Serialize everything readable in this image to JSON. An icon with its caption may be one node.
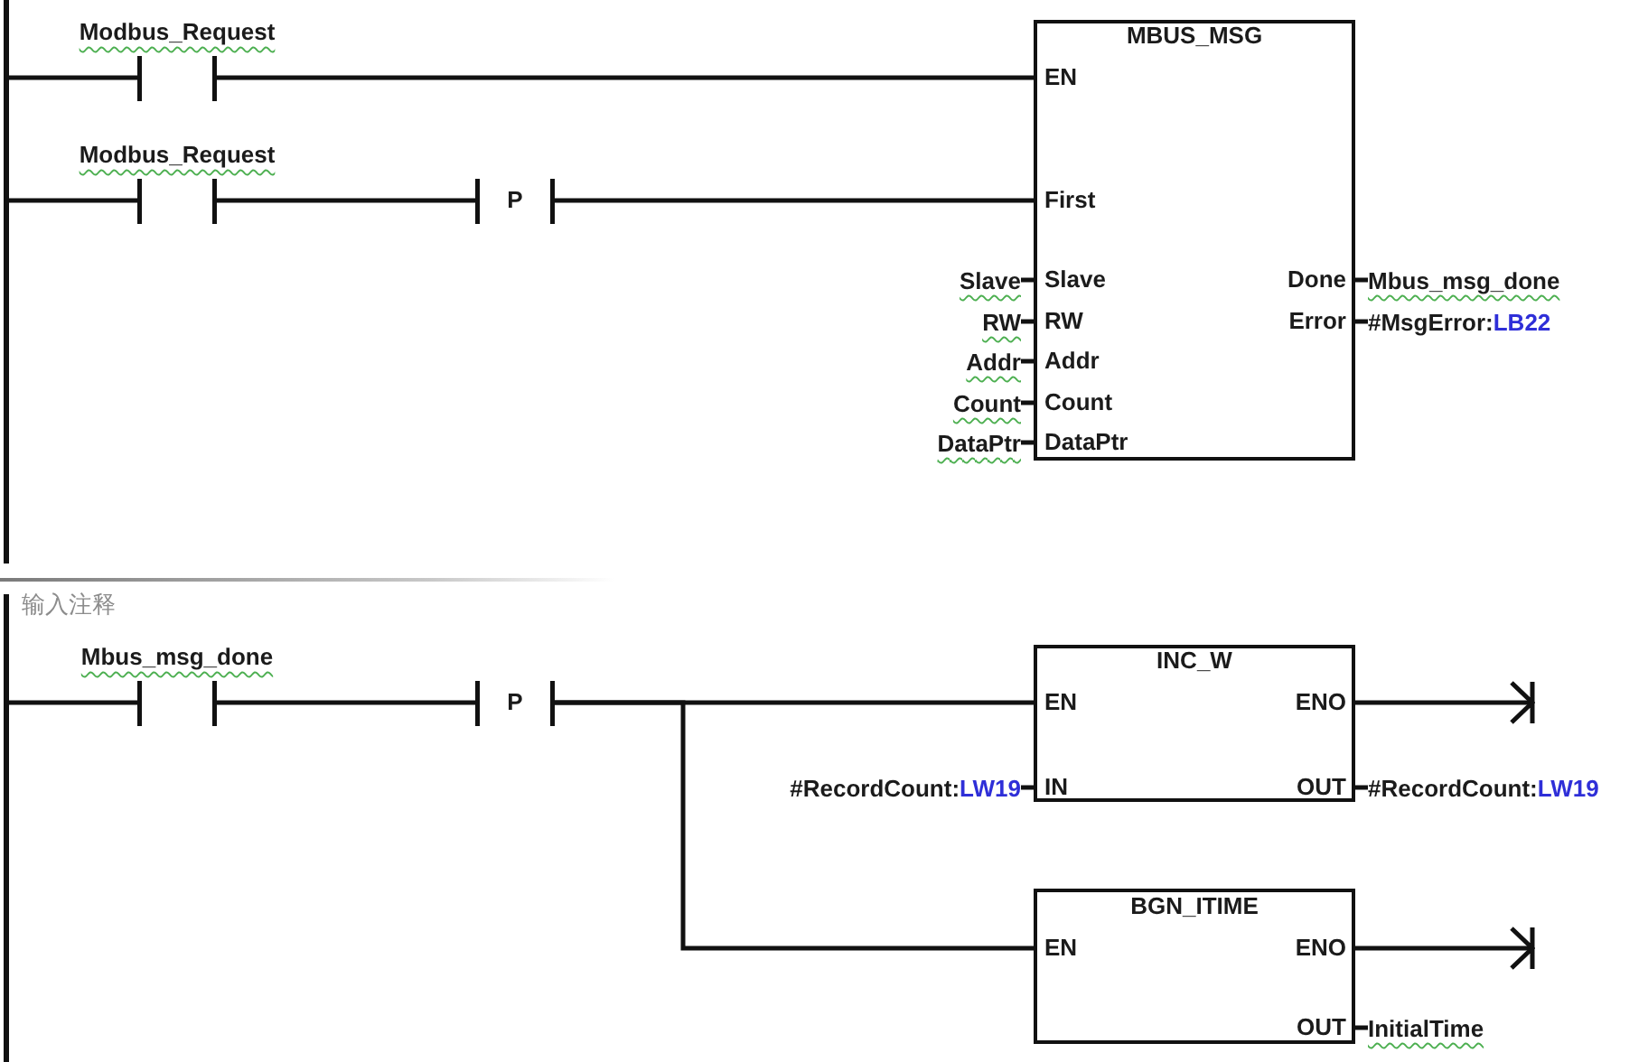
{
  "diagram": {
    "nodes": [
      {
        "text": [],
        "shape": "bar"
      },
      {
        "text": [
          "Modbus_Request"
        ]
      },
      {
        "text": [
          "MBUS_MSG",
          "EN",
          "First",
          "Slave",
          "Done",
          "RW",
          "Error",
          "Addr",
          "Count",
          "DataPtr"
        ]
      },
      {
        "text": [
          "Modbus_Request"
        ]
      },
      {
        "text": [
          "P"
        ]
      },
      {
        "text": [
          "Slave"
        ]
      },
      {
        "text": [
          "Mbus_msg_done"
        ]
      },
      {
        "text": [
          "RW"
        ]
      },
      {
        "text": [
          "#MsgError:LB22"
        ]
      },
      {
        "text": [
          "Addr"
        ]
      },
      {
        "text": [
          "Count"
        ]
      },
      {
        "text": [
          "DataPtr"
        ]
      },
      {
        "text": [],
        "shape": "bar"
      },
      {
        "text": [
          "Mbus_msg_done"
        ]
      },
      {
        "text": [
          "P"
        ]
      },
      {
        "text": [
          "INC_W",
          "EN",
          "ENO",
          "IN",
          "OUT"
        ]
      },
      {
        "text": [
          "#RecordCount:LW19"
        ]
      },
      {
        "text": [
          "#RecordCount:LW19"
        ]
      },
      {
        "text": [
          "BGN_ITIME",
          "EN",
          "ENO",
          "OUT"
        ]
      },
      {
        "text": [
          "InitialTime"
        ]
      }
    ],
    "edges": [
      {
        "from": 0,
        "to": 1,
        "arrow": "none"
      },
      {
        "from": 1,
        "to": 2,
        "arrow": "none"
      },
      {
        "from": 0,
        "to": 3,
        "arrow": "none"
      },
      {
        "from": 3,
        "to": 4,
        "arrow": "none"
      },
      {
        "from": 4,
        "to": 2,
        "arrow": "none"
      },
      {
        "from": 5,
        "to": 2,
        "arrow": "none"
      },
      {
        "from": 7,
        "to": 2,
        "arrow": "none"
      },
      {
        "from": 9,
        "to": 2,
        "arrow": "none"
      },
      {
        "from": 10,
        "to": 2,
        "arrow": "none"
      },
      {
        "from": 11,
        "to": 2,
        "arrow": "none"
      },
      {
        "from": 2,
        "to": 6,
        "arrow": "none"
      },
      {
        "from": 2,
        "to": 8,
        "arrow": "none"
      },
      {
        "from": 12,
        "to": 13,
        "arrow": "none"
      },
      {
        "from": 13,
        "to": 14,
        "arrow": "none"
      },
      {
        "from": 14,
        "to": 15,
        "arrow": "none"
      },
      {
        "from": 14,
        "to": 18,
        "arrow": "none"
      },
      {
        "from": 16,
        "to": 15,
        "arrow": "none"
      },
      {
        "from": 15,
        "to": 17,
        "arrow": "none"
      },
      {
        "from": 15,
        "to": null,
        "arrow": "to"
      },
      {
        "from": 18,
        "to": null,
        "arrow": "to"
      },
      {
        "from": 18,
        "to": 19,
        "arrow": "none"
      }
    ],
    "labels": [
      "输入注释"
    ]
  }
}
